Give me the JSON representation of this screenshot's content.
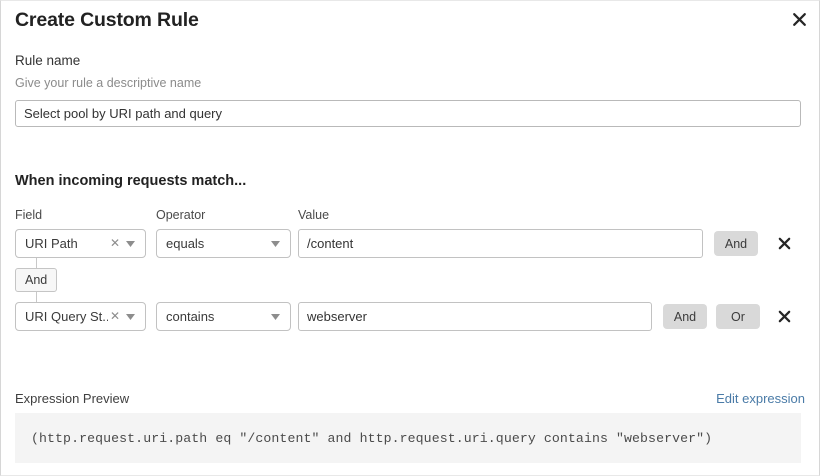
{
  "dialog": {
    "title": "Create Custom Rule",
    "close_icon": "close-icon"
  },
  "rule_name": {
    "label": "Rule name",
    "help": "Give your rule a descriptive name",
    "value": "Select pool by URI path and query",
    "placeholder": "Rule name"
  },
  "match": {
    "heading": "When incoming requests match...",
    "columns": {
      "field": "Field",
      "operator": "Operator",
      "value": "Value"
    },
    "connector": {
      "label": "And"
    },
    "conditions": [
      {
        "field": "URI Path",
        "field_clear_icon": "clear-icon",
        "field_caret_icon": "chevron-down-icon",
        "operator": "equals",
        "operator_caret_icon": "chevron-down-icon",
        "value": "/content",
        "value_placeholder": "Value",
        "and_label": "And",
        "remove_icon": "close-icon"
      },
      {
        "field": "URI Query St...",
        "field_clear_icon": "clear-icon",
        "field_caret_icon": "chevron-down-icon",
        "operator": "contains",
        "operator_caret_icon": "chevron-down-icon",
        "value": "webserver",
        "value_placeholder": "Value",
        "and_label": "And",
        "or_label": "Or",
        "remove_icon": "close-icon"
      }
    ]
  },
  "expression": {
    "label": "Expression Preview",
    "edit_link": "Edit expression",
    "text": "(http.request.uri.path eq \"/content\" and http.request.uri.query contains \"webserver\")"
  },
  "colors": {
    "link": "#4a7ba7",
    "logic_button_bg": "#d9d9d9",
    "preview_bg": "#f4f4f4",
    "border": "#c2c2c2"
  }
}
